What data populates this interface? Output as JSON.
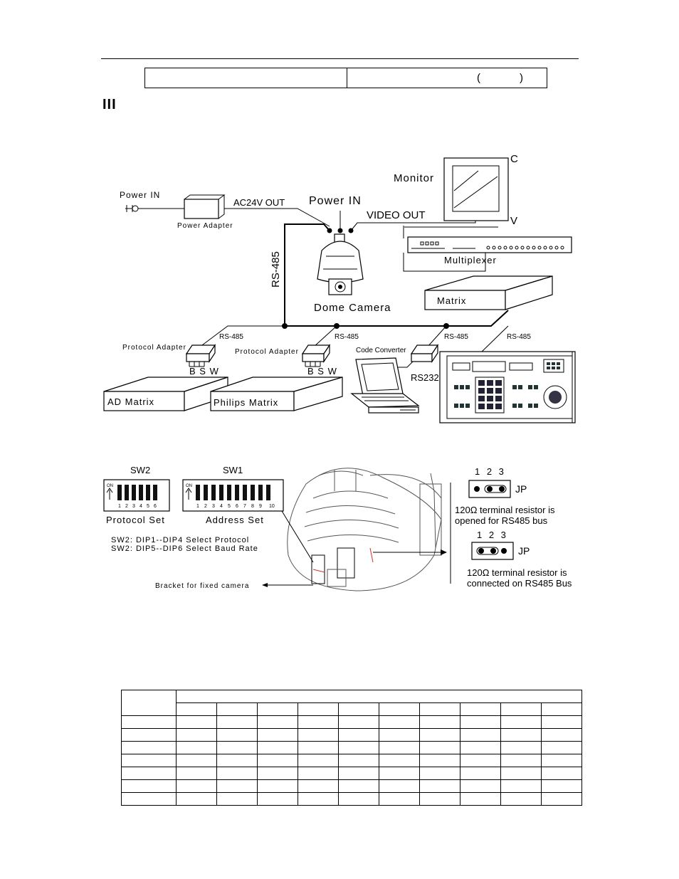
{
  "header": {
    "left_cell": "",
    "right_cell": "",
    "paren_open": "(",
    "paren_close": ")"
  },
  "section_title": "III",
  "diagram": {
    "power_in_left": "Power IN",
    "power_adapter": "Power Adapter",
    "ac24v_out": "AC24V OUT",
    "power_in_camera": "Power IN",
    "video_out": "VIDEO OUT",
    "monitor": "Monitor",
    "monitor_c": "C",
    "monitor_v": "V",
    "multiplexer": "Multiplexer",
    "matrix": "Matrix",
    "rs485_vertical": "RS-485",
    "dome_camera": "Dome Camera",
    "rs485_labels": [
      "RS-485",
      "RS-485",
      "RS-485",
      "RS-485"
    ],
    "protocol_adapter_1": "Protocol Adapter",
    "protocol_adapter_2": "Protocol Adapter",
    "code_converter": "Code Converter",
    "bsw_1": "B S W",
    "bsw_2": "B S W",
    "rs232": "RS232",
    "ad_matrix": "AD Matrix",
    "philips_matrix": "Philips Matrix"
  },
  "dip": {
    "sw2_title": "SW2",
    "sw1_title": "SW1",
    "on_label": "ON",
    "sw2_numbers": [
      "1",
      "2",
      "3",
      "4",
      "5",
      "6"
    ],
    "sw1_numbers": [
      "1",
      "2",
      "3",
      "4",
      "5",
      "6",
      "7",
      "8",
      "9",
      "10"
    ],
    "protocol_set": "Protocol Set",
    "address_set": "Address Set",
    "note_line1": "SW2: DIP1--DIP4 Select Protocol",
    "note_line2": "SW2: DIP5--DIP6 Select Baud Rate",
    "bracket": "Bracket for fixed camera"
  },
  "jumper": {
    "pins_1": "1 2 3",
    "jp_1": "JP",
    "opened_line1": "120Ω terminal resistor is",
    "opened_line2": "opened for RS485 bus",
    "pins_2": "1 2 3",
    "jp_2": "JP",
    "connected_line1": "120Ω terminal resistor is",
    "connected_line2": "connected on RS485 Bus"
  },
  "table": {
    "rows": 8,
    "value_columns": 10
  }
}
